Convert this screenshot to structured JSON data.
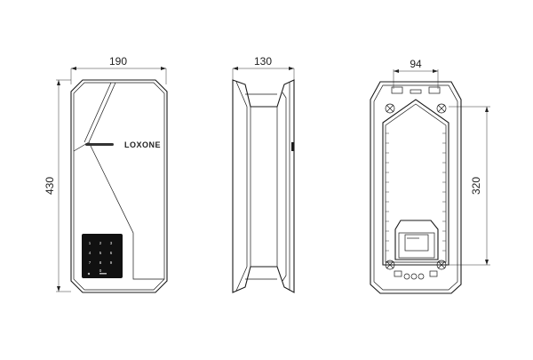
{
  "front": {
    "width_label": "190",
    "height_label": "430",
    "brand": "LOXONE",
    "keypad": [
      "1",
      "2",
      "3",
      "4",
      "5",
      "6",
      "7",
      "8",
      "9",
      "0"
    ]
  },
  "side": {
    "width_label": "130"
  },
  "back": {
    "width_label": "94",
    "height_label": "320"
  },
  "colors": {
    "line": "#1a1a1a",
    "keypad_bg": "#111111",
    "brand_bar": "#333333"
  }
}
